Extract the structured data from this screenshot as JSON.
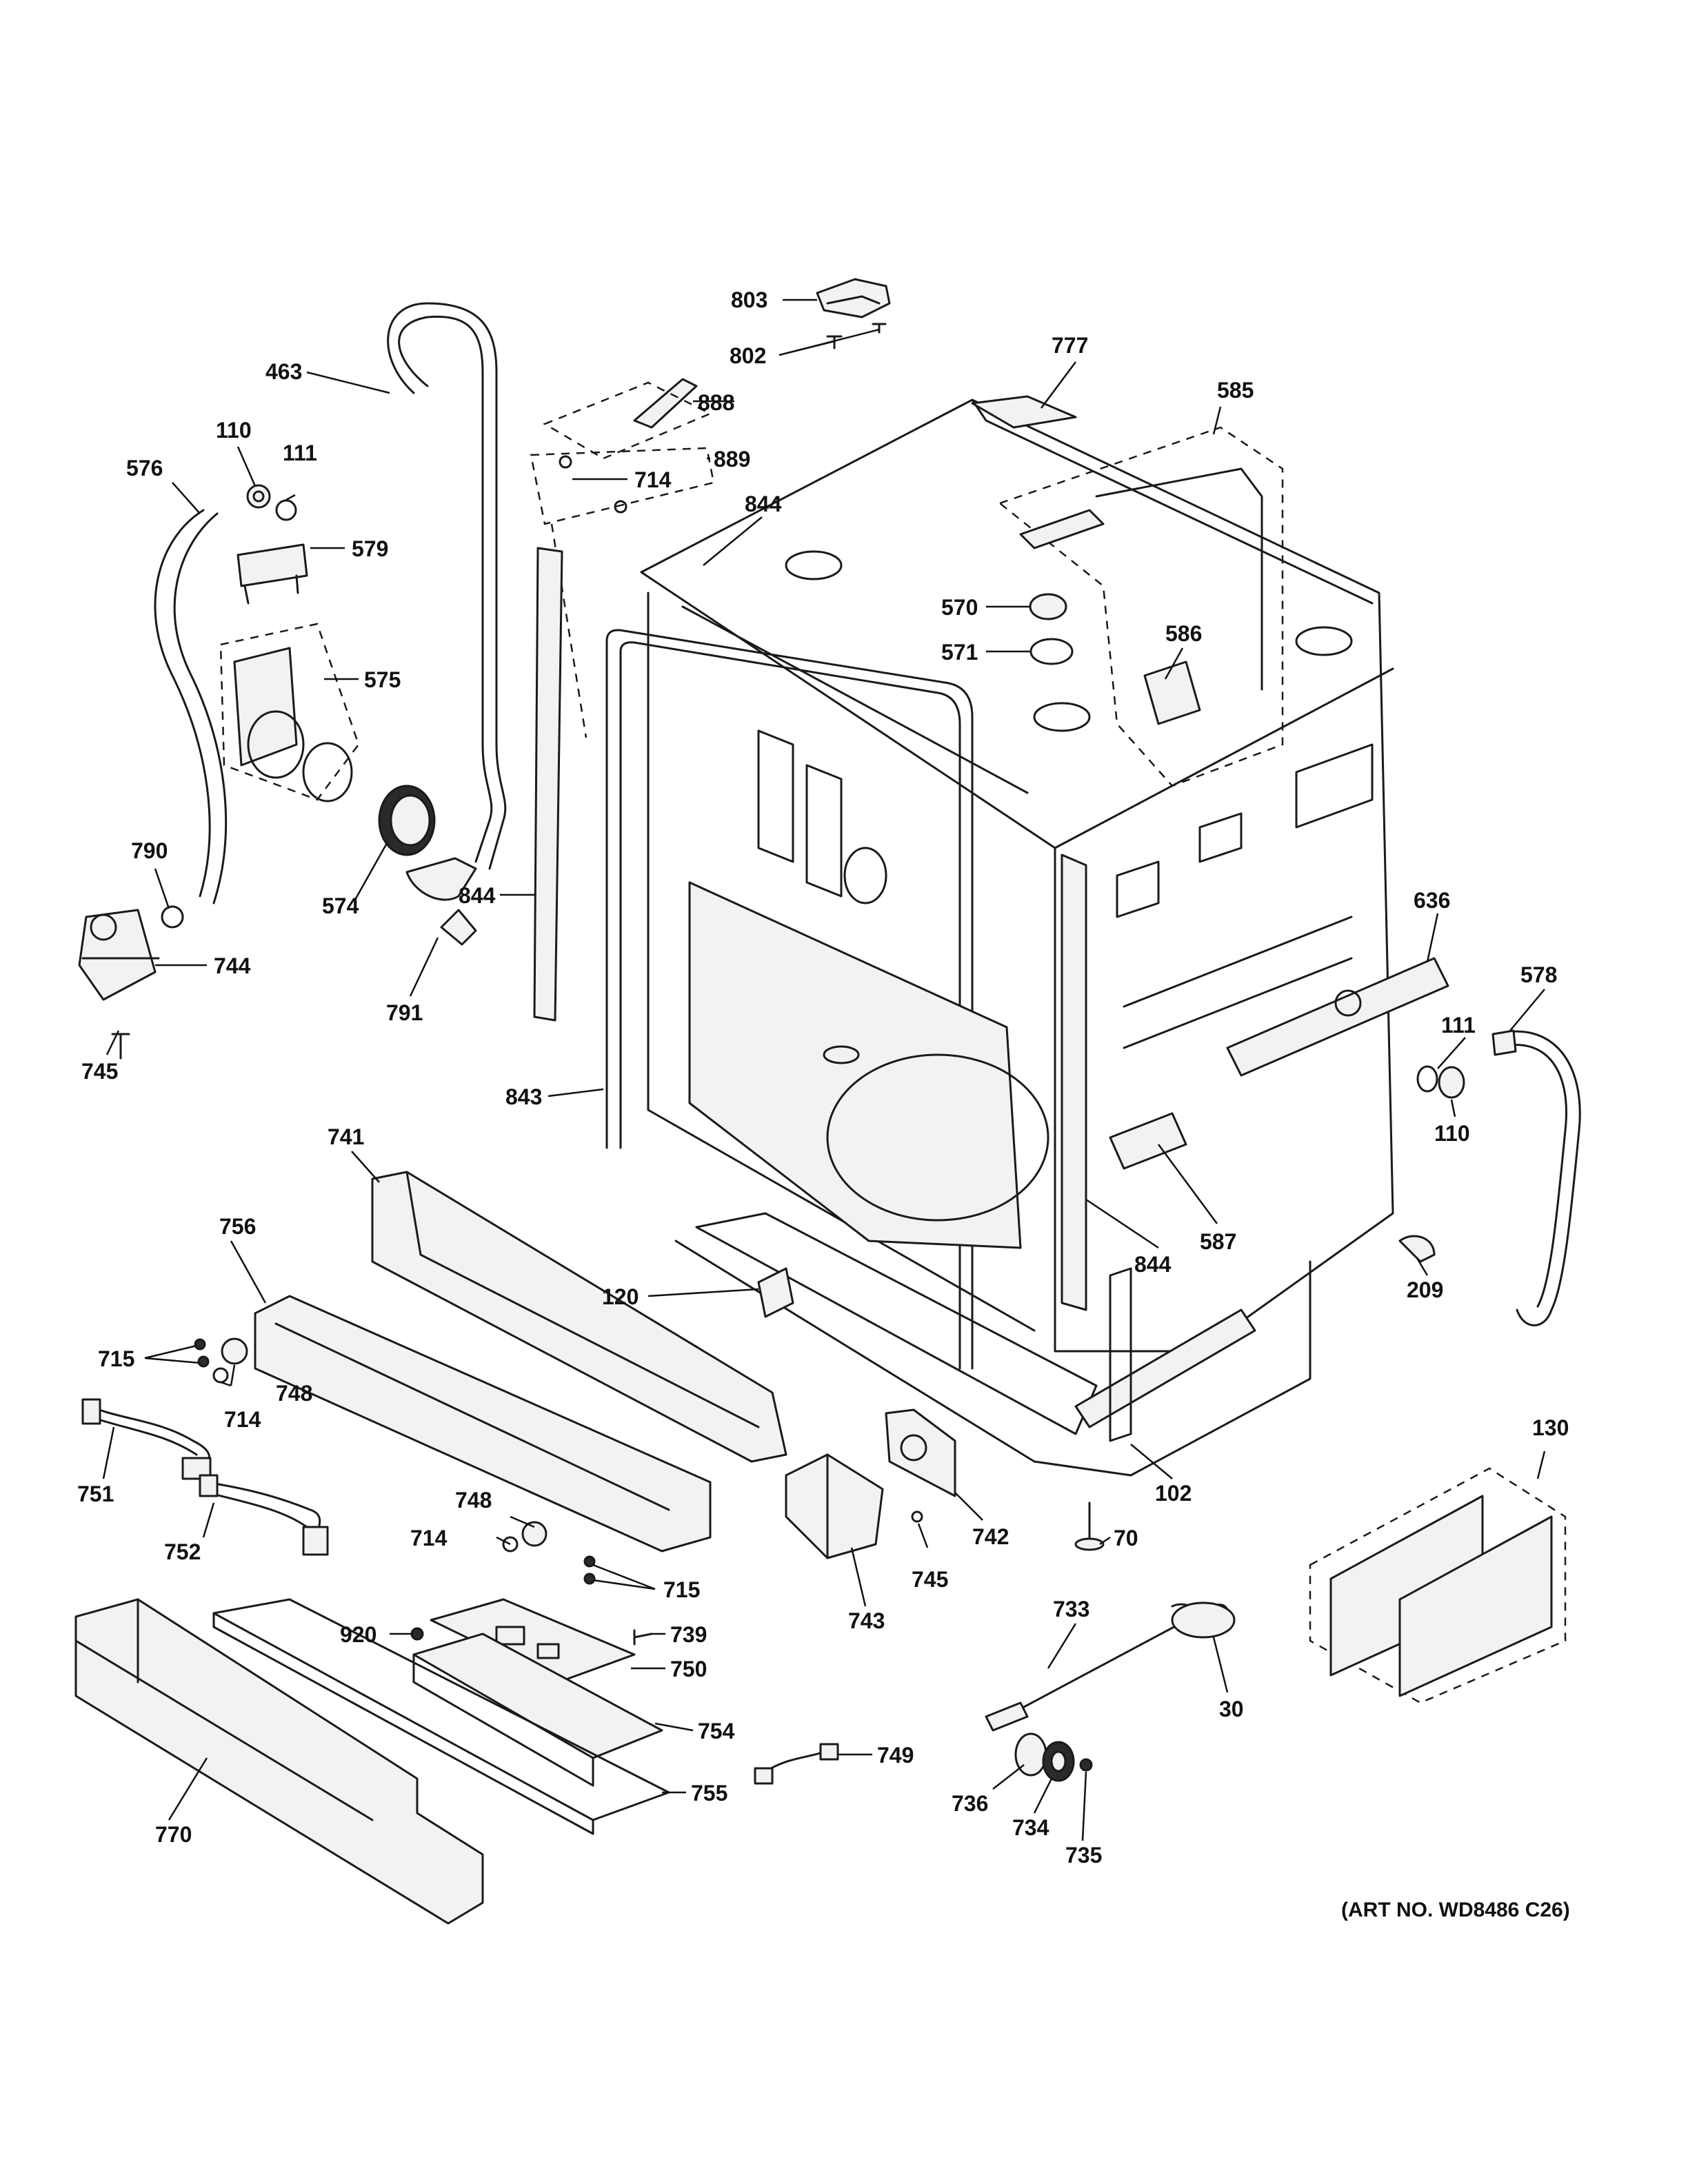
{
  "art_number": "(ART NO. WD8486 C26)",
  "callouts": [
    {
      "id": "c803",
      "text": "803"
    },
    {
      "id": "c802",
      "text": "802"
    },
    {
      "id": "c777",
      "text": "777"
    },
    {
      "id": "c463",
      "text": "463"
    },
    {
      "id": "c888",
      "text": "888"
    },
    {
      "id": "c585",
      "text": "585"
    },
    {
      "id": "c110a",
      "text": "110"
    },
    {
      "id": "c111a",
      "text": "111"
    },
    {
      "id": "c576",
      "text": "576"
    },
    {
      "id": "c889",
      "text": "889"
    },
    {
      "id": "c714a",
      "text": "714"
    },
    {
      "id": "c844a",
      "text": "844"
    },
    {
      "id": "c579",
      "text": "579"
    },
    {
      "id": "c570",
      "text": "570"
    },
    {
      "id": "c571",
      "text": "571"
    },
    {
      "id": "c586",
      "text": "586"
    },
    {
      "id": "c575",
      "text": "575"
    },
    {
      "id": "c790",
      "text": "790"
    },
    {
      "id": "c574",
      "text": "574"
    },
    {
      "id": "c844b",
      "text": "844"
    },
    {
      "id": "c636",
      "text": "636"
    },
    {
      "id": "c744",
      "text": "744"
    },
    {
      "id": "c791",
      "text": "791"
    },
    {
      "id": "c578",
      "text": "578"
    },
    {
      "id": "c111b",
      "text": "111"
    },
    {
      "id": "c745a",
      "text": "745"
    },
    {
      "id": "c843",
      "text": "843"
    },
    {
      "id": "c110b",
      "text": "110"
    },
    {
      "id": "c741",
      "text": "741"
    },
    {
      "id": "c587",
      "text": "587"
    },
    {
      "id": "c756",
      "text": "756"
    },
    {
      "id": "c844c",
      "text": "844"
    },
    {
      "id": "c120",
      "text": "120"
    },
    {
      "id": "c209",
      "text": "209"
    },
    {
      "id": "c715a",
      "text": "715"
    },
    {
      "id": "c748a",
      "text": "748"
    },
    {
      "id": "c714b",
      "text": "714"
    },
    {
      "id": "c130",
      "text": "130"
    },
    {
      "id": "c751",
      "text": "751"
    },
    {
      "id": "c102",
      "text": "102"
    },
    {
      "id": "c748b",
      "text": "748"
    },
    {
      "id": "c742",
      "text": "742"
    },
    {
      "id": "c70",
      "text": "70"
    },
    {
      "id": "c714c",
      "text": "714"
    },
    {
      "id": "c752",
      "text": "752"
    },
    {
      "id": "c715b",
      "text": "715"
    },
    {
      "id": "c745b",
      "text": "745"
    },
    {
      "id": "c743",
      "text": "743"
    },
    {
      "id": "c733",
      "text": "733"
    },
    {
      "id": "c920",
      "text": "920"
    },
    {
      "id": "c739",
      "text": "739"
    },
    {
      "id": "c30",
      "text": "30"
    },
    {
      "id": "c750",
      "text": "750"
    },
    {
      "id": "c754",
      "text": "754"
    },
    {
      "id": "c749",
      "text": "749"
    },
    {
      "id": "c755",
      "text": "755"
    },
    {
      "id": "c736",
      "text": "736"
    },
    {
      "id": "c734",
      "text": "734"
    },
    {
      "id": "c770",
      "text": "770"
    },
    {
      "id": "c735",
      "text": "735"
    }
  ]
}
